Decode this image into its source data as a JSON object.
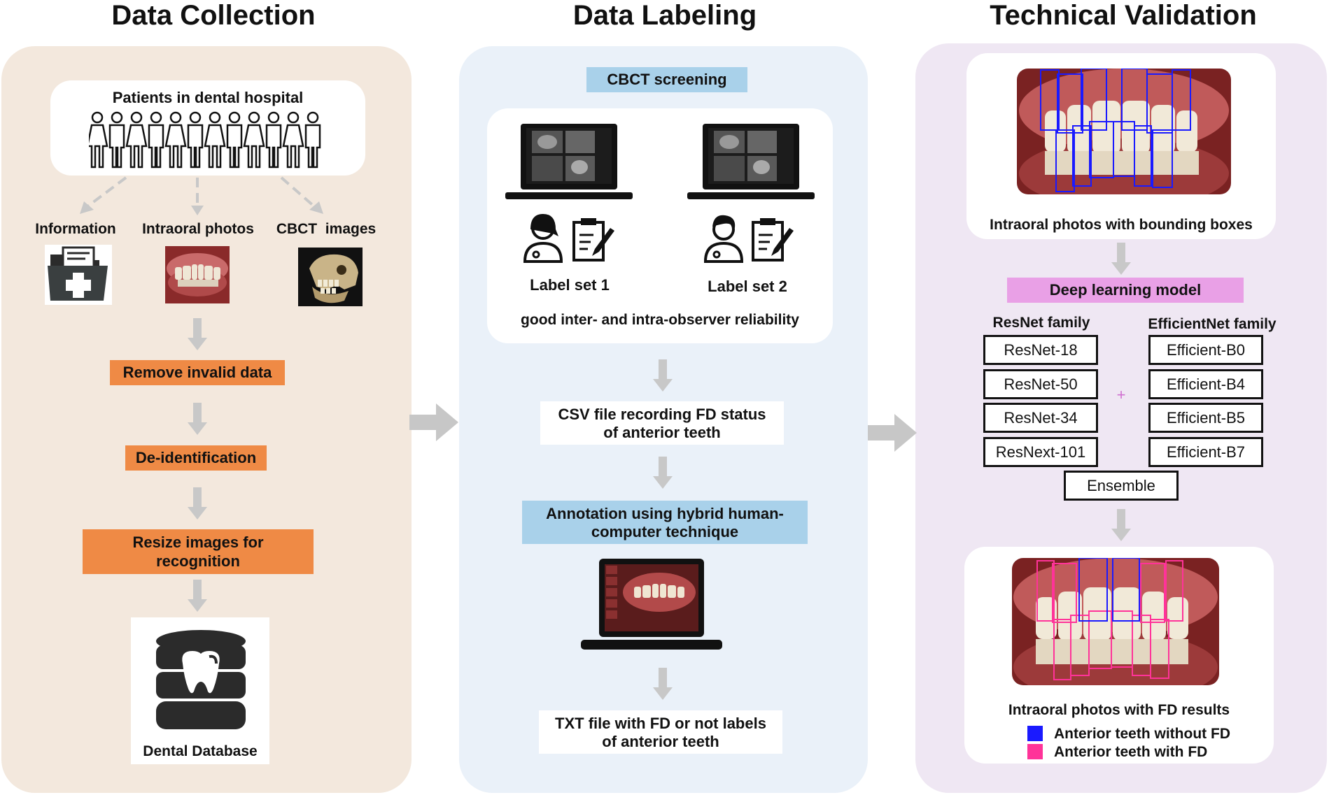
{
  "columns": {
    "collection": {
      "title": "Data Collection",
      "source_box": "Patients in dental hospital",
      "sources": [
        "Information",
        "Intraoral photos",
        "CBCT  images"
      ],
      "steps": [
        "Remove invalid data",
        "De-identification",
        "Resize images for recognition"
      ],
      "database_label": "Dental Database"
    },
    "labeling": {
      "title": "Data Labeling",
      "screening_label": "CBCT screening",
      "label_sets": [
        "Label set 1",
        "Label set 2"
      ],
      "reliability": "good inter- and intra-observer reliability",
      "csv_box": "CSV file recording FD status of anterior teeth",
      "annotation_box": "Annotation using hybrid human-computer technique",
      "txt_box": "TXT file with FD or not labels of anterior teeth"
    },
    "validation": {
      "title": "Technical Validation",
      "bbox_caption": "Intraoral photos with bounding boxes",
      "model_label": "Deep learning model",
      "resnet_family": "ResNet family",
      "efficientnet_family": "EfficientNet family",
      "resnet_models": [
        "ResNet-18",
        "ResNet-50",
        "ResNet-34",
        "ResNext-101"
      ],
      "efficient_models": [
        "Efficient-B0",
        "Efficient-B4",
        "Efficient-B5",
        "Efficient-B7"
      ],
      "plus_sign": "+",
      "ensemble": "Ensemble",
      "results_caption": "Intraoral photos with FD results",
      "legend": [
        {
          "label": "Anterior teeth without FD",
          "color": "#1a1aff"
        },
        {
          "label": "Anterior teeth with FD",
          "color": "#ff3399"
        }
      ]
    }
  },
  "colors": {
    "collection_bg": "#f3e8dd",
    "labeling_bg": "#eaf1f9",
    "validation_bg": "#efe7f3",
    "orange": "#ef8a45",
    "blue_label": "#a9d1ea",
    "pink_label": "#e9a0e6"
  }
}
